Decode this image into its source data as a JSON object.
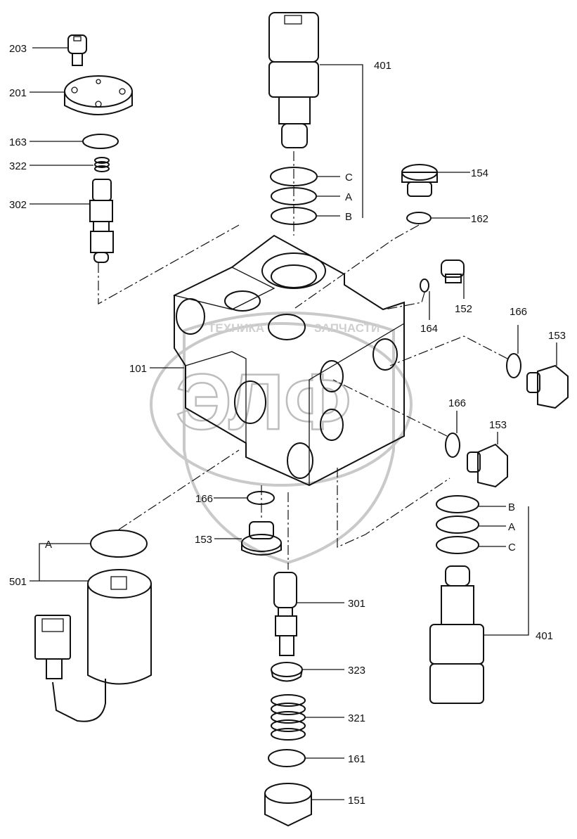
{
  "watermark": {
    "subtitle_left": "ТЕХНИКА",
    "subtitle_right": "ЗАПЧАСТИ",
    "monogram": "ЭЛФ"
  },
  "labels": {
    "p203": "203",
    "p201": "201",
    "p163": "163",
    "p322": "322",
    "p302": "302",
    "p401_top": "401",
    "c_top": "C",
    "a_top": "A",
    "b_top": "B",
    "p154": "154",
    "p162": "162",
    "p152": "152",
    "p164": "164",
    "p166_a": "166",
    "p153_a": "153",
    "p101": "101",
    "p166_b": "166",
    "p153_b": "153",
    "p166_c": "166",
    "p153_c": "153",
    "a_left": "A",
    "p501": "501",
    "b_right": "B",
    "a_right": "A",
    "c_right": "C",
    "p401_right": "401",
    "p301": "301",
    "p323": "323",
    "p321": "321",
    "p161": "161",
    "p151": "151"
  }
}
